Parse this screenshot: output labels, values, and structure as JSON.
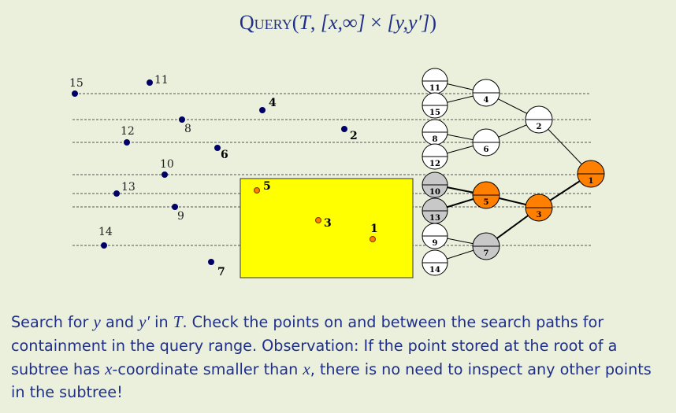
{
  "title": {
    "query_word": "Query",
    "open": "(",
    "T": "T",
    "comma": ",",
    "range1": "[x,∞]",
    "times": "×",
    "range2": "[y,y′]",
    "close": ")"
  },
  "caption": {
    "p1": "Search for ",
    "y": "y",
    "p2": " and ",
    "yprime": "y′",
    "p3": " in ",
    "T": "T",
    "p4": ". Check the points on and between the search paths for containment in the query range. Observation: If the point stored at the root of a subtree has ",
    "x1": "x",
    "p5": "-coordinate smaller than ",
    "x2": "x",
    "p6": ", there is no need to inspect any other points in the subtree!"
  },
  "colors": {
    "query_box": "#ffff00",
    "highlight_node": "#ff7f00",
    "gray_node": "#c8c8c8",
    "point": "#000066",
    "text_blue": "#1f2f8a"
  },
  "points": [
    {
      "label": "15",
      "bold": false,
      "highlight": false
    },
    {
      "label": "11",
      "bold": false,
      "highlight": false
    },
    {
      "label": "4",
      "bold": true,
      "highlight": false
    },
    {
      "label": "8",
      "bold": false,
      "highlight": false
    },
    {
      "label": "2",
      "bold": true,
      "highlight": false
    },
    {
      "label": "12",
      "bold": false,
      "highlight": false
    },
    {
      "label": "6",
      "bold": true,
      "highlight": false
    },
    {
      "label": "10",
      "bold": false,
      "highlight": false
    },
    {
      "label": "5",
      "bold": true,
      "highlight": true
    },
    {
      "label": "13",
      "bold": false,
      "highlight": false
    },
    {
      "label": "9",
      "bold": false,
      "highlight": false
    },
    {
      "label": "3",
      "bold": true,
      "highlight": true
    },
    {
      "label": "1",
      "bold": true,
      "highlight": true
    },
    {
      "label": "14",
      "bold": false,
      "highlight": false
    },
    {
      "label": "7",
      "bold": true,
      "highlight": false
    }
  ],
  "tree_nodes": [
    {
      "label": "11",
      "state": "white"
    },
    {
      "label": "15",
      "state": "white"
    },
    {
      "label": "8",
      "state": "white"
    },
    {
      "label": "12",
      "state": "white"
    },
    {
      "label": "10",
      "state": "gray"
    },
    {
      "label": "13",
      "state": "gray"
    },
    {
      "label": "9",
      "state": "white"
    },
    {
      "label": "14",
      "state": "white"
    },
    {
      "label": "4",
      "state": "white"
    },
    {
      "label": "6",
      "state": "white"
    },
    {
      "label": "5",
      "state": "orange"
    },
    {
      "label": "7",
      "state": "gray"
    },
    {
      "label": "2",
      "state": "white"
    },
    {
      "label": "3",
      "state": "orange"
    },
    {
      "label": "1",
      "state": "orange"
    }
  ]
}
